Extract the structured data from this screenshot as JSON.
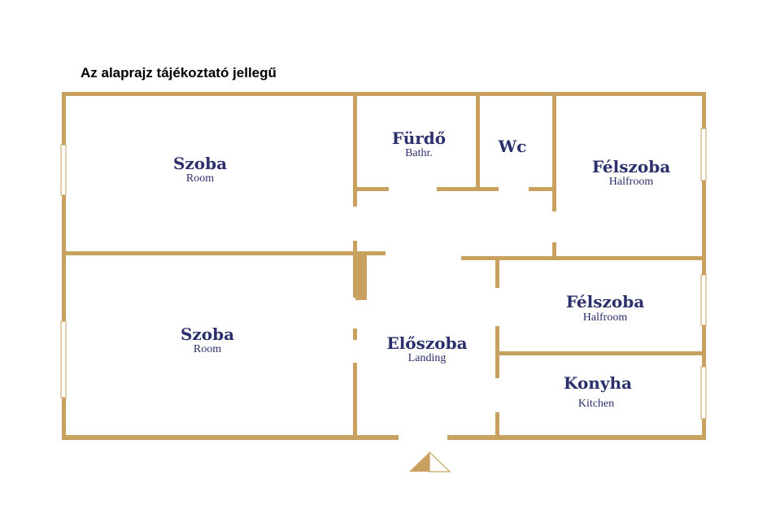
{
  "caption": "Az alaprajz tájékoztató jellegű",
  "rooms": [
    {
      "name": "Szoba",
      "sub": "Room"
    },
    {
      "name": "Fürdő",
      "sub": "Bathr."
    },
    {
      "name": "Wc",
      "sub": ""
    },
    {
      "name": "Félszoba",
      "sub": "Halfroom"
    },
    {
      "name": "Szoba",
      "sub": "Room"
    },
    {
      "name": "Félszoba",
      "sub": "Halfroom"
    },
    {
      "name": "Előszoba",
      "sub": "Landing"
    },
    {
      "name": "Konyha",
      "sub": "Kitchen"
    }
  ],
  "colors": {
    "wall": "#c8a161",
    "label": "#2b2f6b"
  }
}
